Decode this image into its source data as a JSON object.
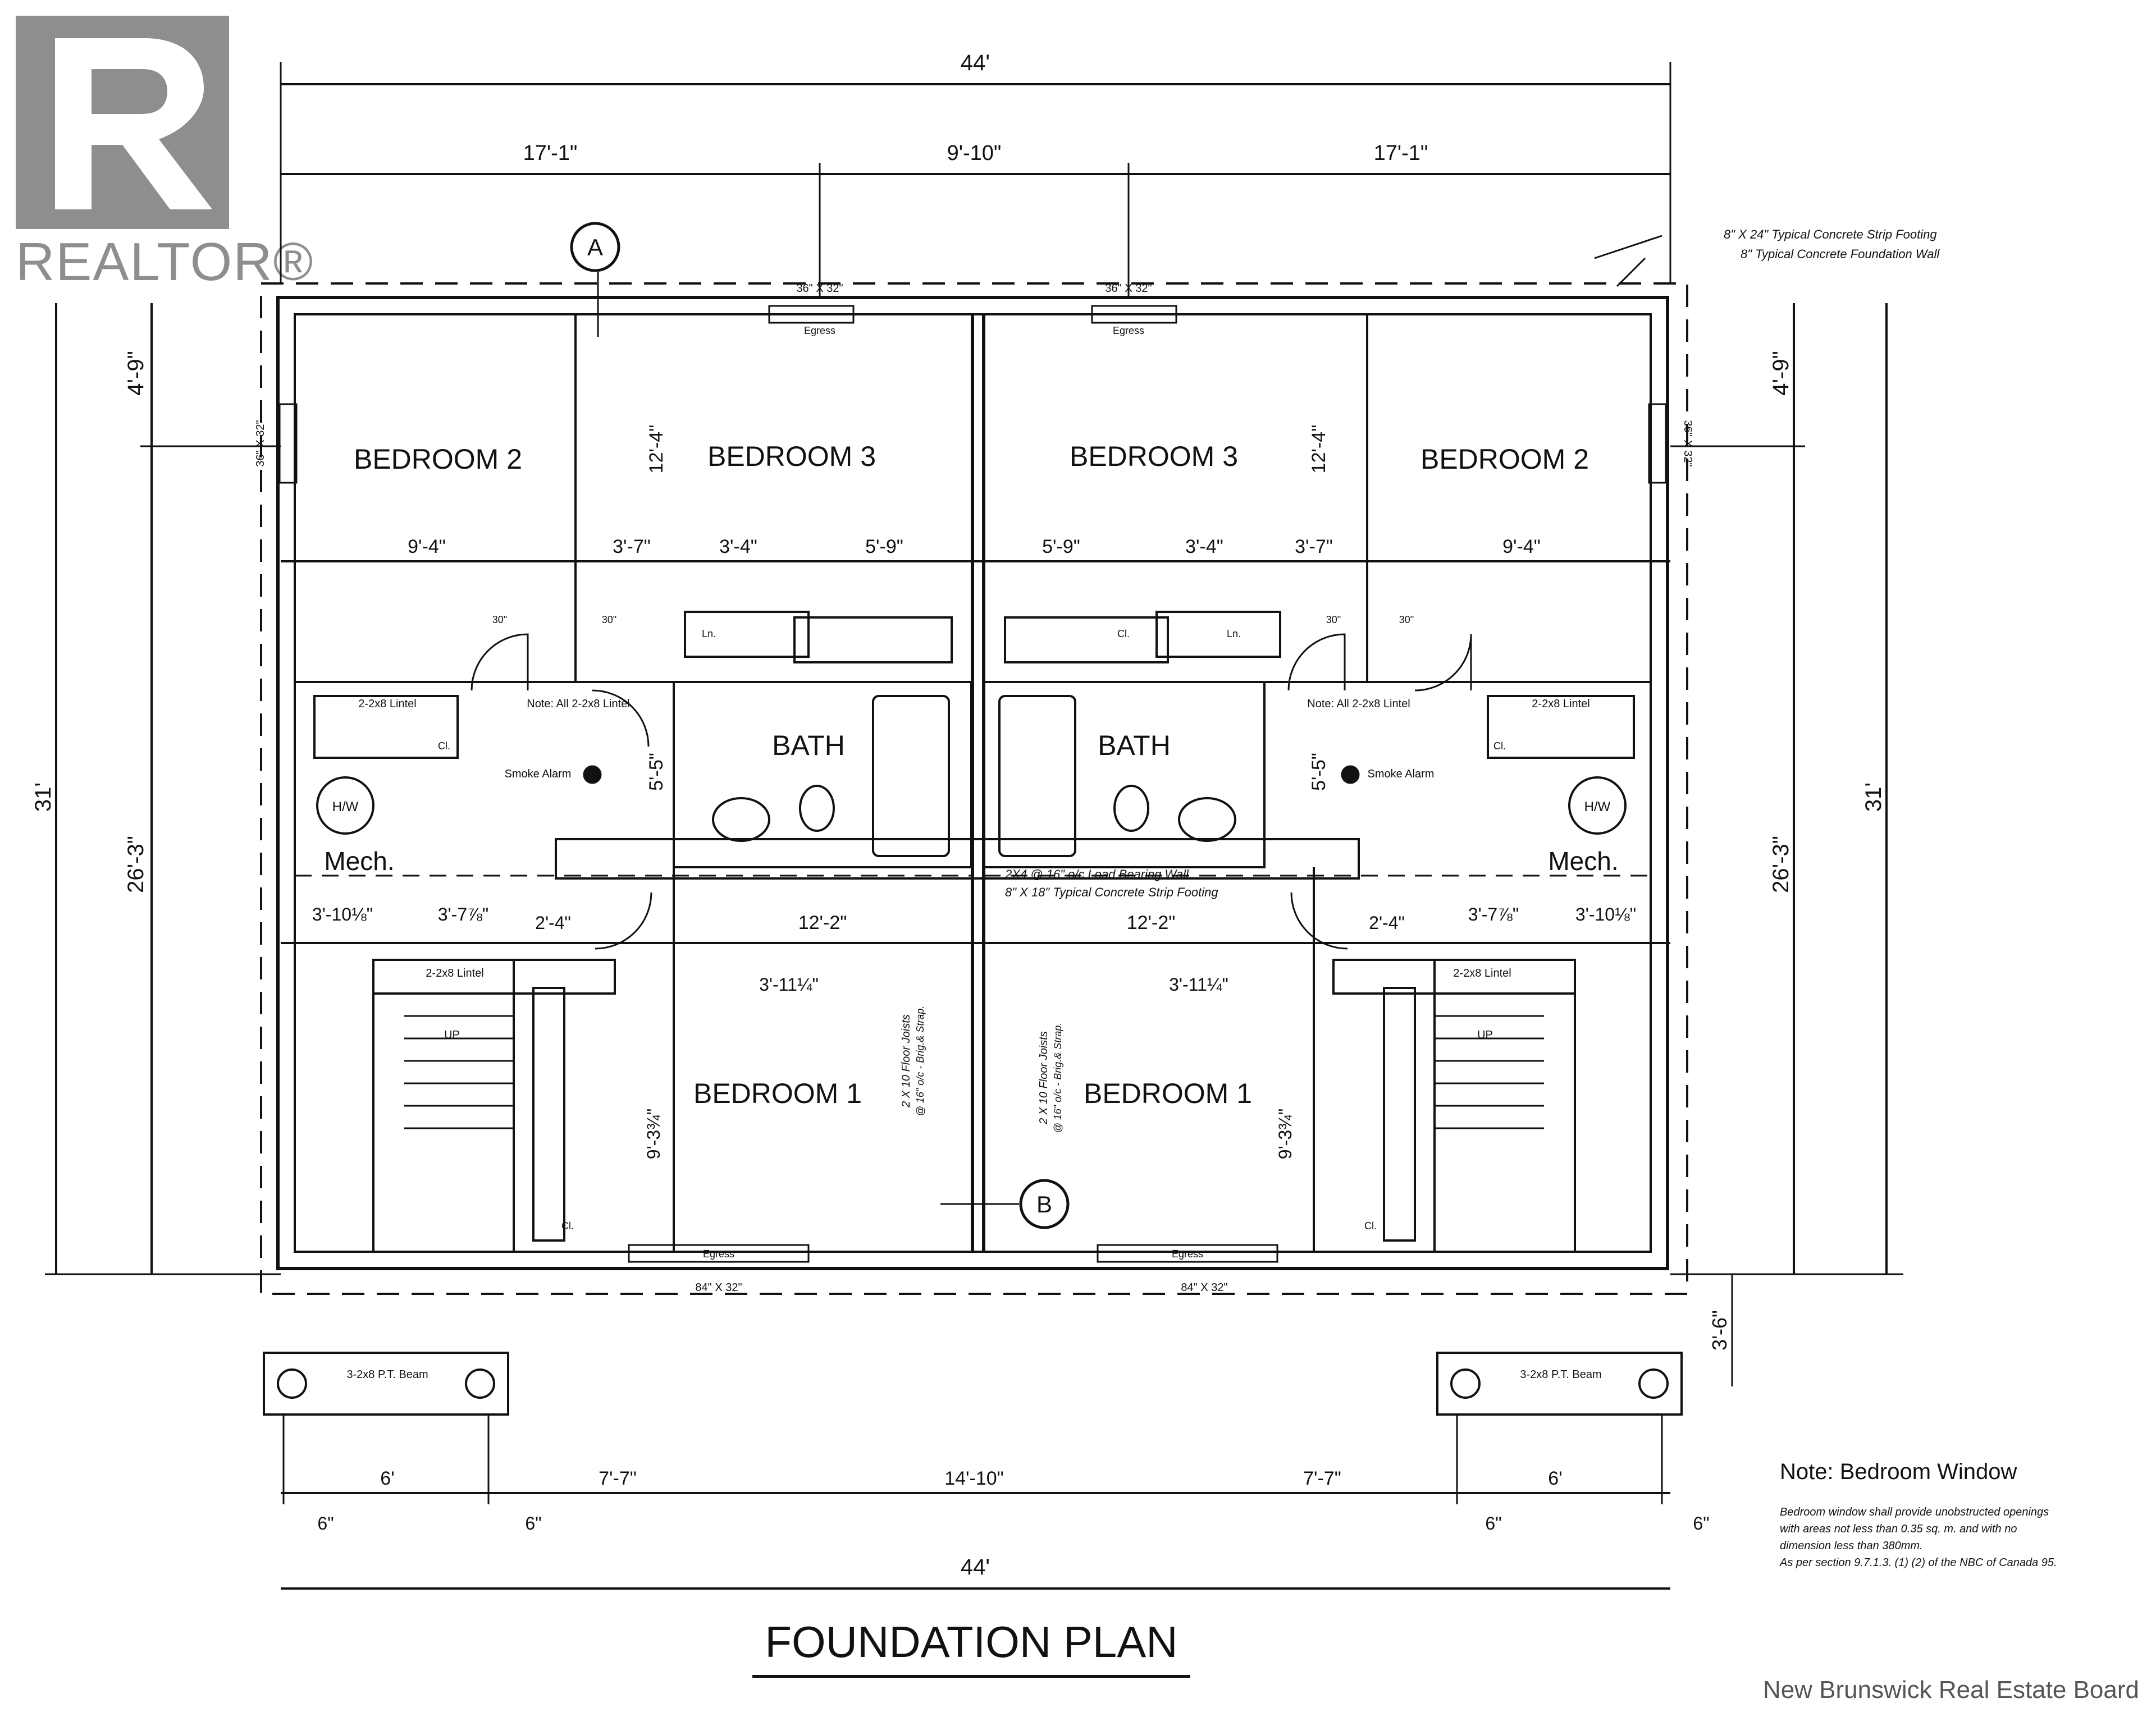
{
  "logo": {
    "brand": "REALTOR®",
    "brand_icon": "realtor-r-logo"
  },
  "footer": {
    "board": "New Brunswick Real Estate Board"
  },
  "title": "FOUNDATION PLAN",
  "note": {
    "title": "Note: Bedroom Window",
    "lines": [
      "Bedroom window shall provide unobstructed openings",
      "with areas not less than 0.35 sq. m. and with no",
      "dimension less than 380mm.",
      "As per section 9.7.1.3. (1) (2) of the NBC of Canada 95."
    ]
  },
  "rooms": {
    "bedroom2_left": "BEDROOM 2",
    "bedroom3_left": "BEDROOM 3",
    "bedroom3_right": "BEDROOM 3",
    "bedroom2_right": "BEDROOM 2",
    "bath_left": "BATH",
    "bath_right": "BATH",
    "mech_left": "Mech.",
    "mech_right": "Mech.",
    "bedroom1_left": "BEDROOM 1",
    "bedroom1_right": "BEDROOM 1"
  },
  "dimensions": {
    "overall_top": "44'",
    "top_left": "17'-1\"",
    "top_mid": "9'-10\"",
    "top_right": "17'-1\"",
    "side_left_total": "31'",
    "side_left_lower": "26'-3\"",
    "side_left_upper": "4'-9\"",
    "side_right_total": "31'",
    "side_right_lower": "26'-3\"",
    "side_right_upper": "4'-9\"",
    "row1": [
      "9'-4\"",
      "3'-7\"",
      "3'-4\"",
      "5'-9\"",
      "5'-9\"",
      "3'-4\"",
      "3'-7\"",
      "9'-4\""
    ],
    "height_left_br3": "12'-4\"",
    "height_right_br3": "12'-4\"",
    "bath_left_h": "5'-5\"",
    "bath_right_h": "5'-5\"",
    "row2_left": [
      "3'-10⅛\"",
      "3'-7⅞\"",
      "2'-4\"",
      "12'-2\""
    ],
    "row2_right": [
      "12'-2\"",
      "2'-4\"",
      "3'-7⅞\"",
      "3'-10⅛\""
    ],
    "left_3_11": "3'-11¼\"",
    "right_3_11": "3'-11¼\"",
    "br1_left_h": "9'-3¾\"",
    "br1_right_h": "9'-3¾\"",
    "bottom_row": [
      "6'",
      "7'-7\"",
      "14'-10\"",
      "7'-7\"",
      "6'"
    ],
    "bottom_small": [
      "6\"",
      "6\"",
      "6\"",
      "6\""
    ],
    "overall_bottom": "44'",
    "deck_depth": "3'-6\""
  },
  "annotations": {
    "footing_top": "8\" X 24\" Typical Concrete Strip Footing",
    "wall_top": "8\" Typical Concrete Foundation Wall",
    "window_top": "36\" X 32\"",
    "egress": "Egress",
    "window_side": "36\" X 32\"",
    "window_bottom": "84\" X 32\"",
    "lintel": "2-2x8 Lintel",
    "lintel_note": "Note: All 2-2x8 Lintel",
    "smoke": "Smoke Alarm",
    "hw": "H/W",
    "ln": "Ln.",
    "cl": "Cl.",
    "door": "30\"",
    "up": "UP",
    "load_wall": "2X4 @ 16\" o/c Load Bearing Wall",
    "strip_footing": "8\" X 18\" Typical Concrete Strip Footing",
    "joists": "2 X 10 Floor Joists",
    "joists2": "@ 16\" o/c - Brig.& Strap.",
    "beam": "3-2x8 P.T. Beam",
    "section_a": "A",
    "section_b": "B"
  }
}
